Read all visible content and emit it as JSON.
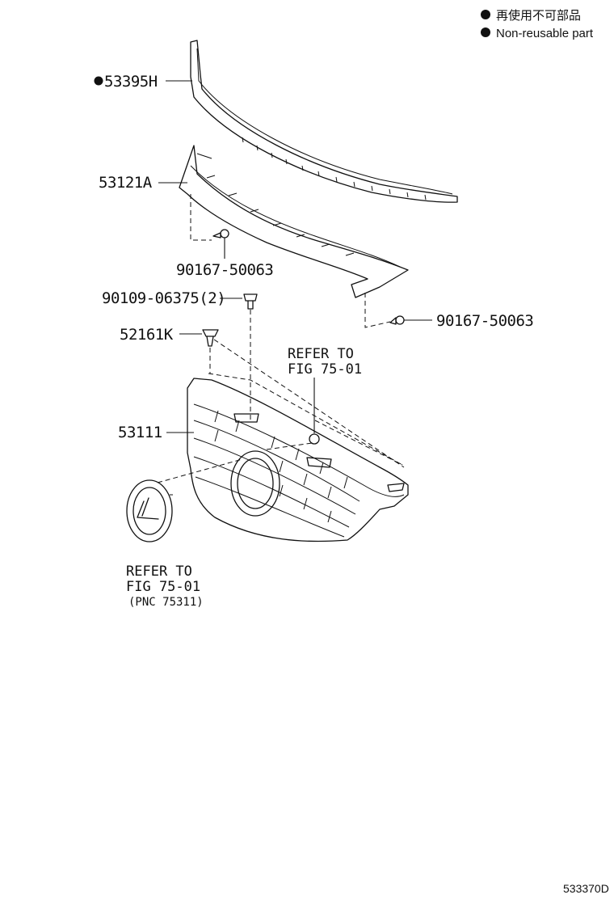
{
  "legend": {
    "japanese": "再使用不可部品",
    "english": "Non-reusable part"
  },
  "parts": {
    "molding": "53395H",
    "molding_non_reusable": true,
    "upper_grille": "53121A",
    "screw_left": "90167-50063",
    "screw_right": "90167-50063",
    "clip_bolt": "90109-06375(2)",
    "retainer": "52161K",
    "radiator_grille": "53111"
  },
  "references": {
    "grille_ref_line1": "REFER TO",
    "grille_ref_line2": "FIG 75-01",
    "emblem_ref_line1": "REFER TO",
    "emblem_ref_line2": "FIG 75-01",
    "emblem_ref_pnc": "(PNC 75311)"
  },
  "figure_code": "533370D"
}
